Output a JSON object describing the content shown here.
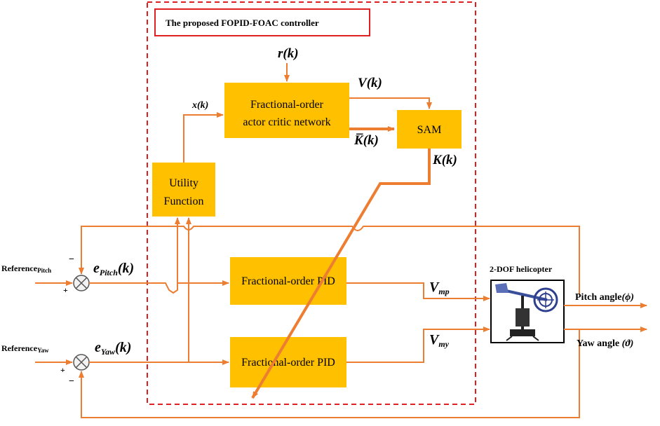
{
  "colors": {
    "block_fill": "#FFC000",
    "arrow": "#ED7D31",
    "boundary": "#E02020",
    "title_border": "#E02020"
  },
  "title": "The proposed FOPID-FOAC controller",
  "blocks": {
    "actor_critic": {
      "line1": "Fractional-order",
      "line2": "actor critic network"
    },
    "sam": {
      "label": "SAM"
    },
    "utility": {
      "line1": "Utility",
      "line2": "Function"
    },
    "pid_pitch": {
      "label": "Fractional-order PID"
    },
    "pid_yaw": {
      "label": "Fractional-order PID"
    },
    "helicopter": {
      "label": "2-DOF helicopter"
    }
  },
  "signals": {
    "r": {
      "sym": "r",
      "arg": "(k)"
    },
    "V": {
      "sym": "V",
      "arg": "(k)"
    },
    "x": {
      "sym": "x",
      "arg": "(k)"
    },
    "Kbar": {
      "sym": "K̅",
      "arg": "(k)"
    },
    "K": {
      "sym": "K",
      "arg": "(k)"
    },
    "e_pitch": {
      "sym": "e",
      "sub": "Pitch",
      "arg": "(k)"
    },
    "e_yaw": {
      "sym": "e",
      "sub": "Yaw",
      "arg": "(k)"
    },
    "V_mp": {
      "sym": "V",
      "sub": "mp"
    },
    "V_my": {
      "sym": "V",
      "sub": "my"
    }
  },
  "inputs": {
    "ref_pitch": {
      "main": "Reference",
      "sub": "Pitch"
    },
    "ref_yaw": {
      "main": "Reference",
      "sub": "Yaw"
    }
  },
  "outputs": {
    "pitch": {
      "text": "Pitch angle",
      "sym": "(ϕ)"
    },
    "yaw": {
      "text": "Yaw angle ",
      "sym": "(ϑ)"
    }
  },
  "summing_signs": {
    "pitch_top": "−",
    "pitch_left": "+",
    "yaw_left": "+",
    "yaw_bottom": "−"
  }
}
